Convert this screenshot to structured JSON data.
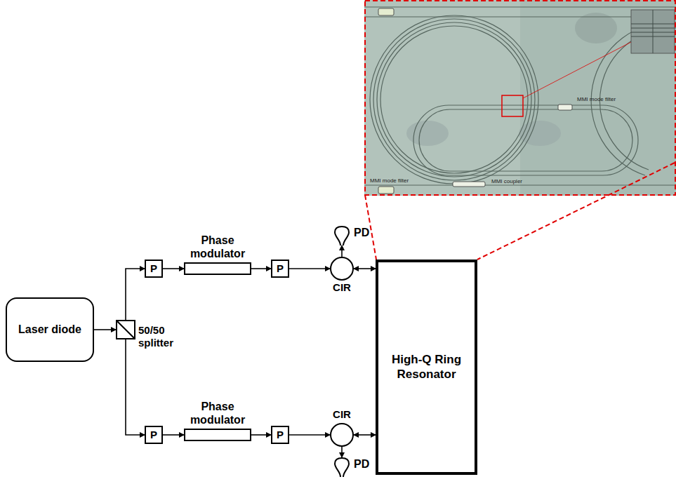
{
  "diagram": {
    "nodes": [
      {
        "text": [
          "Laser diode"
        ]
      },
      {
        "text": [
          "50/50 splitter"
        ]
      },
      {
        "text": [
          "P"
        ]
      },
      {
        "text": [
          "Phase modulator"
        ]
      },
      {
        "text": [
          "P"
        ]
      },
      {
        "text": [
          "CIR"
        ]
      },
      {
        "text": [
          "PD"
        ]
      },
      {
        "text": [
          "High-Q Ring Resonator"
        ]
      },
      {
        "text": [
          "P"
        ]
      },
      {
        "text": [
          "Phase modulator"
        ]
      },
      {
        "text": [
          "P"
        ]
      },
      {
        "text": [
          "CIR"
        ]
      },
      {
        "text": [
          "PD"
        ]
      }
    ],
    "edges": [
      {
        "from": 0,
        "to": 1,
        "arrow": "to"
      },
      {
        "from": 1,
        "to": 2,
        "arrow": "to"
      },
      {
        "from": 2,
        "to": 3,
        "arrow": "to"
      },
      {
        "from": 3,
        "to": 4,
        "arrow": "to"
      },
      {
        "from": 4,
        "to": 5,
        "arrow": "to"
      },
      {
        "from": 5,
        "to": 6,
        "arrow": "to"
      },
      {
        "from": 5,
        "to": 7,
        "arrow": "both"
      },
      {
        "from": 1,
        "to": 8,
        "arrow": "to"
      },
      {
        "from": 8,
        "to": 9,
        "arrow": "to"
      },
      {
        "from": 9,
        "to": 10,
        "arrow": "to"
      },
      {
        "from": 10,
        "to": 11,
        "arrow": "to"
      },
      {
        "from": 11,
        "to": 12,
        "arrow": "to"
      },
      {
        "from": 11,
        "to": 7,
        "arrow": "both"
      }
    ],
    "labels": [
      "MMI mode filter",
      "MMI mode filter",
      "MMI coupler"
    ]
  }
}
